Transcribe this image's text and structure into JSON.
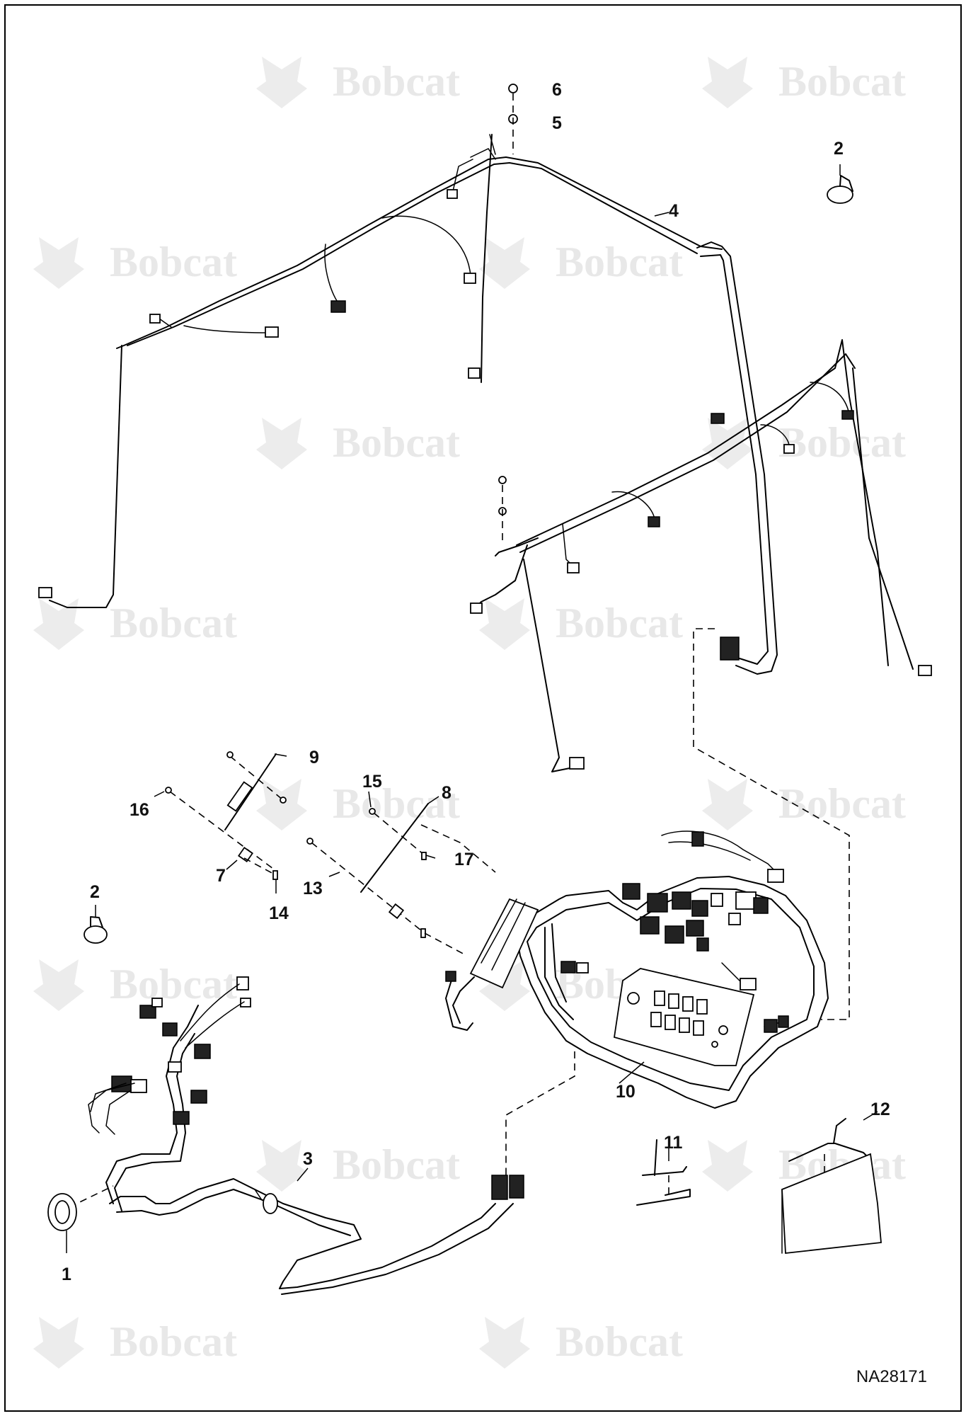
{
  "diagram": {
    "figure_id": "NA28171",
    "watermark_text": "Bobcat",
    "callouts": [
      "1",
      "2",
      "3",
      "4",
      "5",
      "6",
      "7",
      "8",
      "9",
      "10",
      "11",
      "12",
      "13",
      "14",
      "15",
      "16",
      "17"
    ]
  }
}
